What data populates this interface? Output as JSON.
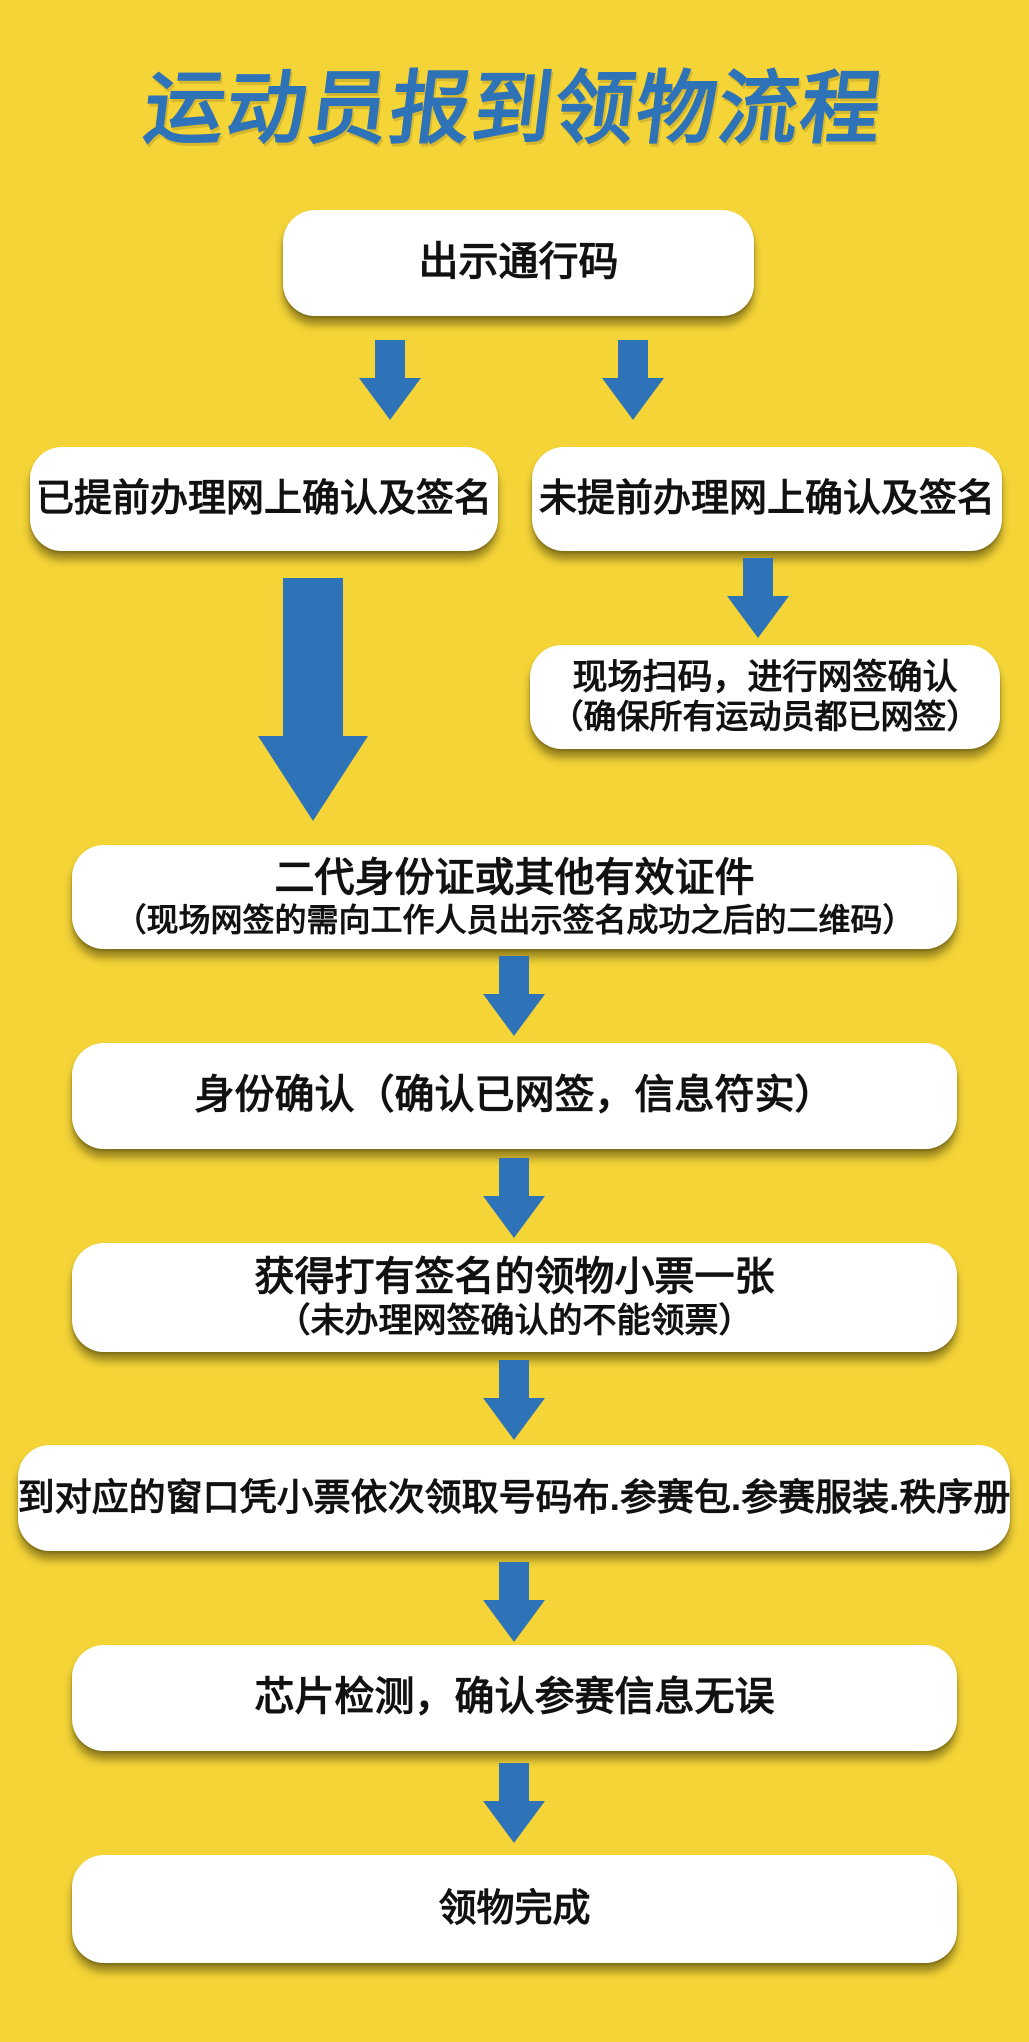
{
  "colors": {
    "background": "#F4D437",
    "accent": "#2E73B8",
    "box_fill": "#FFFFFF",
    "box_text": "#111111"
  },
  "title": "运动员报到领物流程",
  "icons": {
    "arrow_down": "arrow-down-icon",
    "arrow_down_shape": "css-triangle"
  },
  "nodes": {
    "start": {
      "label": "出示通行码"
    },
    "branch_left": {
      "label": "已提前办理网上确认及签名"
    },
    "branch_right": {
      "label": "未提前办理网上确认及签名"
    },
    "onsite_scan": {
      "line1": "现场扫码，进行网签确认",
      "line2": "（确保所有运动员都已网签）"
    },
    "id_card": {
      "line1": "二代身份证或其他有效证件",
      "line2": "（现场网签的需向工作人员出示签名成功之后的二维码）"
    },
    "identity_confirm": {
      "label": "身份确认（确认已网签，信息符实）"
    },
    "ticket": {
      "line1": "获得打有签名的领物小票一张",
      "line2": "（未办理网签确认的不能领票）"
    },
    "window_collect": {
      "label": "到对应的窗口凭小票依次领取号码布.参赛包.参赛服装.秩序册"
    },
    "chip_check": {
      "label": "芯片检测，确认参赛信息无误"
    },
    "done": {
      "label": "领物完成"
    }
  }
}
